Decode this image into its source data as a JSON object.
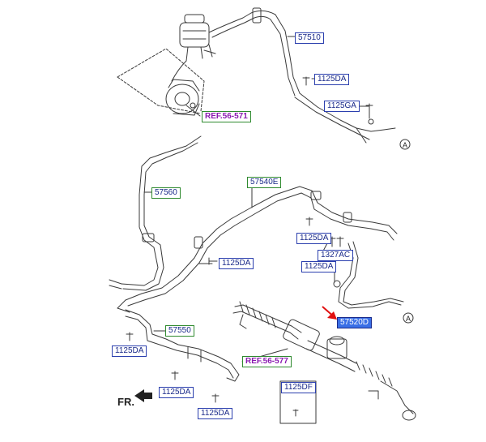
{
  "labels": {
    "l57510": "57510",
    "l1125da_top": "1125DA",
    "l1125ga": "1125GA",
    "ref571": "REF.56-571",
    "l57560": "57560",
    "l57540e": "57540E",
    "l1125da_mid_r": "1125DA",
    "l1327ac": "1327AC",
    "l1125da_mid_r2": "1125DA",
    "l1125da_mid_l": "1125DA",
    "l57520d": "57520D",
    "l57550": "57550",
    "l1125da_bl": "1125DA",
    "ref577": "REF.56-577",
    "l1125da_b1": "1125DA",
    "l1125da_b2": "1125DA",
    "l1125df": "1125DF"
  },
  "callout_a": "A",
  "front_label": "FR.",
  "colors": {
    "line": "#3a3a3a",
    "blue_border": "#2b3fae",
    "green_border": "#2f8a2f",
    "ref_text": "#8a1ab0",
    "highlight": "#3a6fe6",
    "arrow": "#e01010"
  }
}
